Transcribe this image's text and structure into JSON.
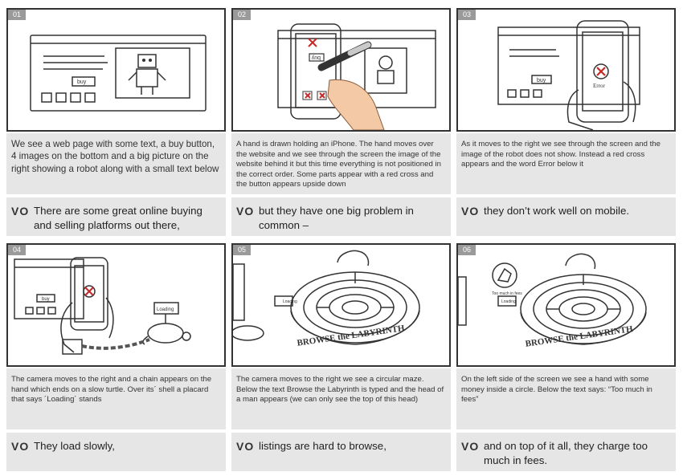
{
  "panels": [
    {
      "number": "01",
      "description": "We see a web page with some text, a buy button, 4 images on the bottom and a big picture on the right showing a robot along with a small text below",
      "vo_tag": "VO",
      "voiceover": "There are some great online buying and selling platforms out there,",
      "art_labels": {
        "buy": "buy"
      }
    },
    {
      "number": "02",
      "description": "A hand is drawn holding an iPhone. The hand moves over the website and we see through the screen the image of the website behind it but this time everything is not positioned in the correct order. Some parts appear with a red cross and the button appears upside down",
      "vo_tag": "VO",
      "voiceover": "but they have one big problem in common –",
      "art_labels": {
        "buy": "buy"
      }
    },
    {
      "number": "03",
      "description": "As it moves to the right we see through the screen and the image of the robot does not show. Instead a red cross appears and the word Error below it",
      "vo_tag": "VO",
      "voiceover": "they don’t work well on mobile.",
      "art_labels": {
        "buy": "buy",
        "error": "Error"
      }
    },
    {
      "number": "04",
      "description": "The camera moves to the right and a chain appears on the hand which ends on a slow turtle. Over its´ shell a placard that says ´Loading´ stands",
      "vo_tag": "VO",
      "voiceover": "They load slowly,",
      "art_labels": {
        "buy": "buy",
        "loading": "Loading"
      }
    },
    {
      "number": "05",
      "description": "The camera moves to the right we see a circular maze. Below the text Browse the Labyrinth is typed and the head of a man appears (we can only see the top of this head)",
      "vo_tag": "VO",
      "voiceover": "listings are hard to browse,",
      "art_labels": {
        "loading": "Loading",
        "maze": "BROWSE the LABYRINTH"
      }
    },
    {
      "number": "06",
      "description": "On the left side of the screen we see a hand with some money inside a circle. Below the text says: “Too much in fees”",
      "vo_tag": "VO",
      "voiceover": "and on top of it all, they charge too much in fees.",
      "art_labels": {
        "loading": "Loading",
        "maze": "BROWSE the LABYRINTH",
        "fees": "Too much in fees"
      }
    }
  ]
}
